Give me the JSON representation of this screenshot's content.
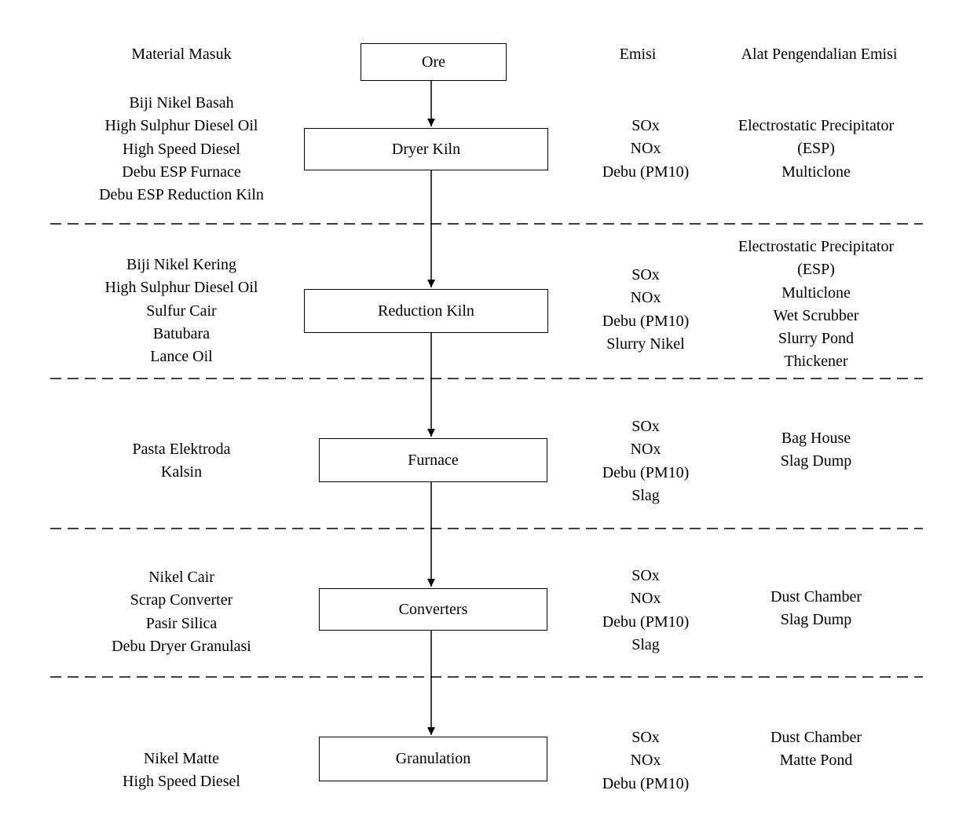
{
  "headers": {
    "input": "Material Masuk",
    "emission": "Emisi",
    "control": "Alat Pengendalian Emisi"
  },
  "ore": "Ore",
  "stages": [
    {
      "name": "Dryer Kiln",
      "inputs": [
        "Biji Nikel Basah",
        "High Sulphur Diesel Oil",
        "High Speed Diesel",
        "Debu ESP Furnace",
        "Debu ESP Reduction Kiln"
      ],
      "emissions": [
        "SOx",
        "NOx",
        "Debu (PM10)"
      ],
      "controls": [
        "Electrostatic Precipitator",
        "(ESP)",
        "Multiclone"
      ]
    },
    {
      "name": "Reduction Kiln",
      "inputs": [
        "Biji Nikel Kering",
        "High Sulphur Diesel Oil",
        "Sulfur Cair",
        "Batubara",
        "Lance Oil"
      ],
      "emissions": [
        "SOx",
        "NOx",
        "Debu (PM10)",
        "Slurry Nikel"
      ],
      "controls": [
        "Electrostatic Precipitator",
        "(ESP)",
        "Multiclone",
        "Wet Scrubber",
        "Slurry Pond",
        "Thickener"
      ]
    },
    {
      "name": "Furnace",
      "inputs": [
        "Pasta Elektroda",
        "Kalsin"
      ],
      "emissions": [
        "SOx",
        "NOx",
        "Debu (PM10)",
        "Slag"
      ],
      "controls": [
        "Bag House",
        "Slag Dump"
      ]
    },
    {
      "name": "Converters",
      "inputs": [
        "Nikel Cair",
        "Scrap Converter",
        "Pasir Silica",
        "Debu Dryer Granulasi"
      ],
      "emissions": [
        "SOx",
        "NOx",
        "Debu (PM10)",
        "Slag"
      ],
      "controls": [
        "Dust Chamber",
        "Slag Dump"
      ]
    },
    {
      "name": "Granulation",
      "inputs": [
        "Nikel Matte",
        "High Speed Diesel"
      ],
      "emissions": [
        "SOx",
        "NOx",
        "Debu (PM10)"
      ],
      "controls": [
        "Dust Chamber",
        "Matte Pond"
      ]
    }
  ]
}
